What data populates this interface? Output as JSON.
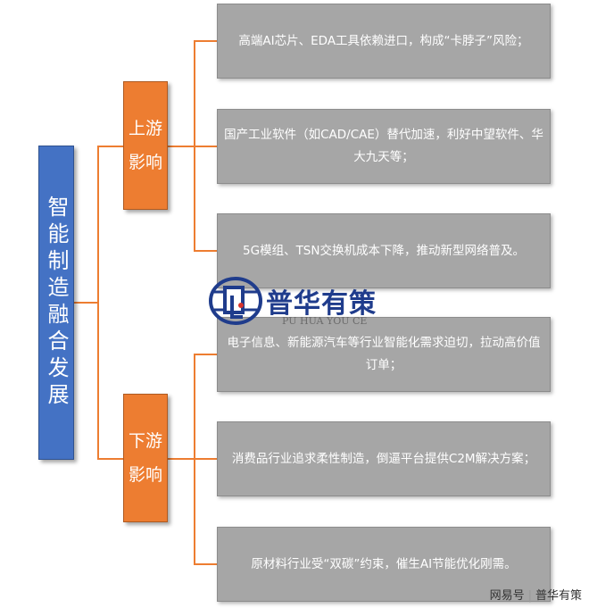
{
  "root": {
    "label": "智能制造融合发展",
    "color": "#4472c4"
  },
  "branches": [
    {
      "label": "上游影响",
      "color": "#ed7d31"
    },
    {
      "label": "下游影响",
      "color": "#ed7d31"
    }
  ],
  "upstream_items": [
    "高端AI芯片、EDA工具依赖进口，构成“卡脖子”风险；",
    "国产工业软件（如CAD/CAE）替代加速，利好中望软件、华大九天等；",
    "5G模组、TSN交换机成本下降，推动新型网络普及。"
  ],
  "downstream_items": [
    "电子信息、新能源汽车等行业智能化需求迫切，拉动高价值订单；",
    "消费品行业追求柔性制造，倒逼平台提供C2M解决方案；",
    "原材料行业受“双碳”约束，催生AI节能优化刚需。"
  ],
  "watermark": {
    "name": "普华有策",
    "pinyin": "PU HUA YOU CE"
  },
  "footer": {
    "platform": "网易号",
    "account": "普华有策"
  },
  "colors": {
    "leaf": "#a6a6a6",
    "connector": "#ed7d31",
    "brand": "#1f3c8c"
  }
}
